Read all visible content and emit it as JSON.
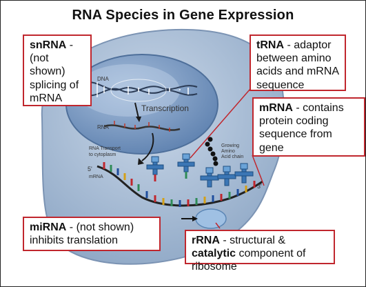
{
  "title": "RNA Species in Gene Expression",
  "callouts": {
    "snrna": {
      "term": "snRNA",
      "desc": " - (not shown) splicing of mRNA"
    },
    "trna": {
      "term": "tRNA",
      "desc": " - adaptor between amino acids and mRNA sequence"
    },
    "mrna": {
      "term": "mRNA",
      "desc": " - contains protein coding sequence from gene"
    },
    "mirna": {
      "term": "miRNA",
      "desc": " - (not shown) inhibits translation"
    },
    "rrna": {
      "term": "rRNA",
      "desc_pre": " - structural & ",
      "desc_bold": "catalytic",
      "desc_post": " component of ribosome"
    }
  },
  "diagram_labels": {
    "dna": "DNA",
    "transcription": "Transcription",
    "rna": "RNA",
    "rna_transport_1": "RNA Transport",
    "rna_transport_2": "to cytoplasm",
    "five_prime": "5'",
    "mrna_small": "mRNA",
    "three_prime": "3'",
    "growing_1": "Growing",
    "growing_2": "Amino",
    "growing_3": "Acid chain"
  },
  "colors": {
    "callout_border": "#c0262d",
    "cell": "#a9bed6",
    "nucleus": "#7f9fc7"
  }
}
